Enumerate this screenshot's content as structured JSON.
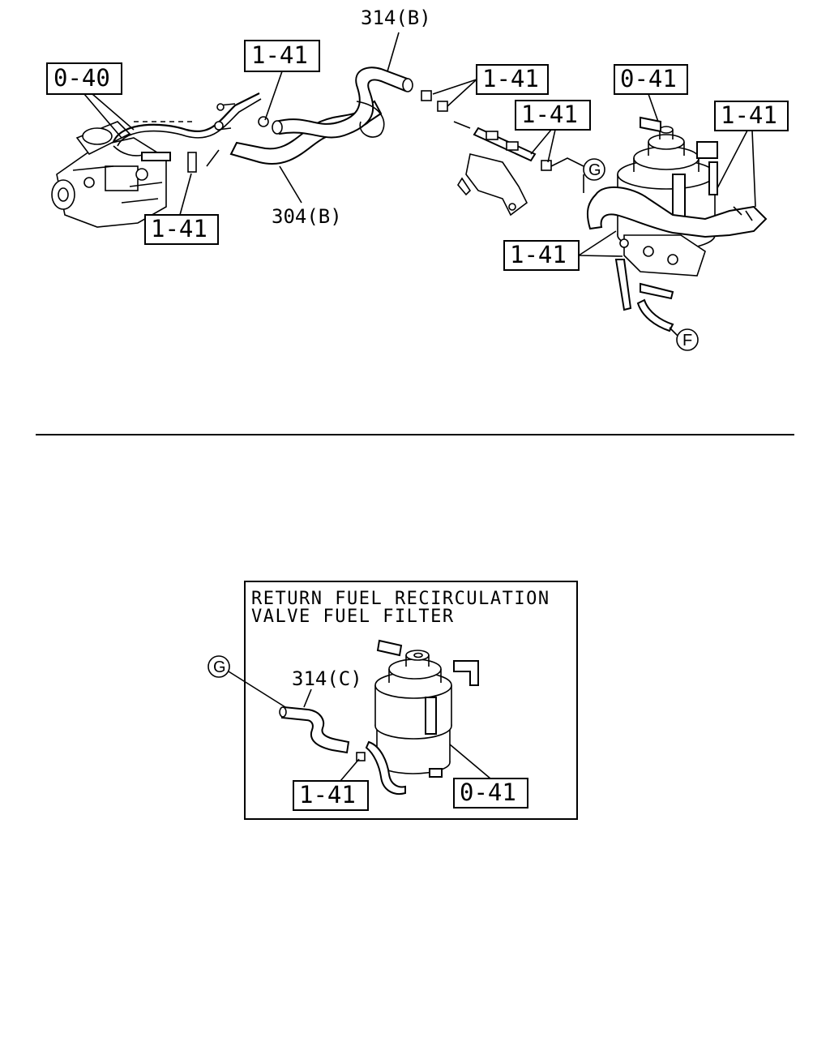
{
  "callouts": {
    "pump": "0-40",
    "hose_top": "314(B)",
    "hose_bottom": "304(B)",
    "clip_a": "1-41",
    "clip_b": "1-41",
    "clip_c": "1-41",
    "clip_d": "1-41",
    "filter_top": "0-41",
    "clip_e": "1-41",
    "clip_f": "1-41",
    "ref_g": "G",
    "ref_f": "F"
  },
  "inset": {
    "caption_line1": "RETURN FUEL RECIRCULATION",
    "caption_line2": "VALVE FUEL FILTER",
    "ref_g": "G",
    "hose": "314(C)",
    "clip": "1-41",
    "filter": "0-41"
  }
}
